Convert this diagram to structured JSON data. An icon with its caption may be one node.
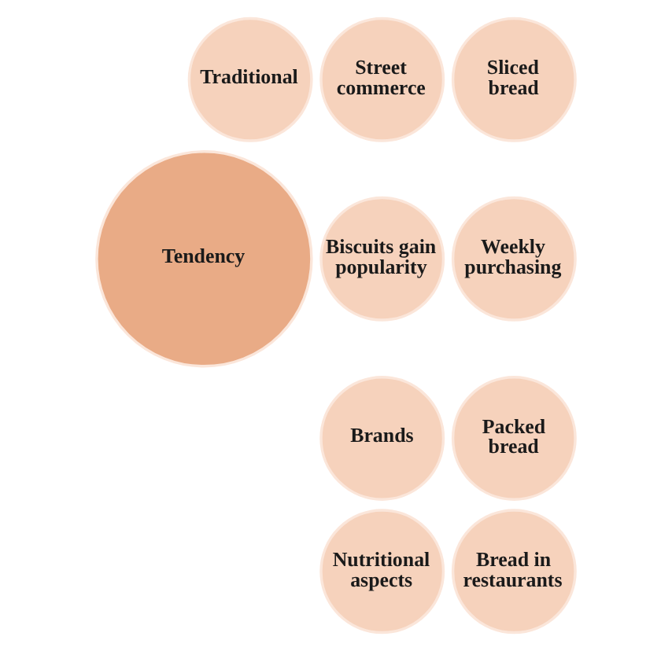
{
  "diagram": {
    "nodes": [
      {
        "text": [
          "Tendency"
        ]
      },
      {
        "text": [
          "Traditional"
        ]
      },
      {
        "text": [
          "Street commerce"
        ]
      },
      {
        "text": [
          "Biscuits gain popularity"
        ]
      },
      {
        "text": [
          "Brands"
        ]
      },
      {
        "text": [
          "Nutritional aspects"
        ]
      },
      {
        "text": [
          "Bread in restaurants"
        ]
      },
      {
        "text": [
          "Packed bread"
        ]
      },
      {
        "text": [
          "Weekly purchasing"
        ]
      },
      {
        "text": [
          "Sliced bread"
        ]
      }
    ]
  }
}
